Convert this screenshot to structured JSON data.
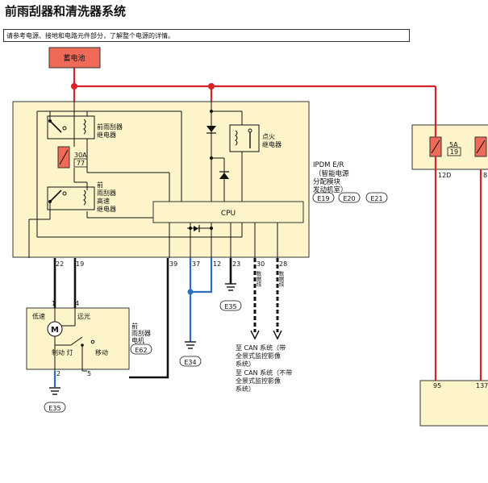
{
  "title": "前雨刮器和清洗器系统",
  "note": "请参考电源、接地和电路元件部分，了解整个电源的详情。",
  "colors": {
    "power": "#d8232a",
    "blue": "#2a6fbf",
    "module": "#fdf5c9",
    "battery": "#ef6a57"
  },
  "battery": {
    "label": "蓄电池"
  },
  "ipdm": {
    "name": "IPDM E/R",
    "desc": [
      "（智能电源",
      "分配模块",
      "发动机室）"
    ],
    "connectors": [
      "E19",
      "E20",
      "E21"
    ],
    "cpu_label": "CPU",
    "fuse": {
      "amp": "30A",
      "num": "77"
    },
    "relay1": [
      "前雨刮器",
      "继电器"
    ],
    "relay2": [
      "前",
      "雨刮器",
      "高速",
      "继电器"
    ],
    "relay3": [
      "点火",
      "继电器"
    ],
    "pins": [
      "22",
      "19",
      "39",
      "37",
      "12",
      "23",
      "30",
      "28"
    ],
    "data_line_label": "数据线"
  },
  "motor": {
    "labels": {
      "low": "低速",
      "high": "远光",
      "brake": "制动 灯",
      "move": "移动"
    },
    "pins_top": [
      "1",
      "4"
    ],
    "pins_bottom": [
      "2",
      "5"
    ],
    "name": [
      "前",
      "雨刮器",
      "电机"
    ],
    "connector": "E62"
  },
  "grounds": [
    "E35",
    "E34",
    "E35"
  ],
  "can": {
    "line1": [
      "至 CAN 系统（带",
      "全景式监控影像",
      "系统）"
    ],
    "line2": [
      "至 CAN 系统（不带",
      "全景式监控影像",
      "系统）"
    ]
  },
  "right_module": {
    "fuse": {
      "amp": "5A",
      "num": "19"
    },
    "pins": [
      "12D",
      "8"
    ]
  },
  "bottom_box": {
    "pins": [
      "95",
      "137"
    ]
  }
}
